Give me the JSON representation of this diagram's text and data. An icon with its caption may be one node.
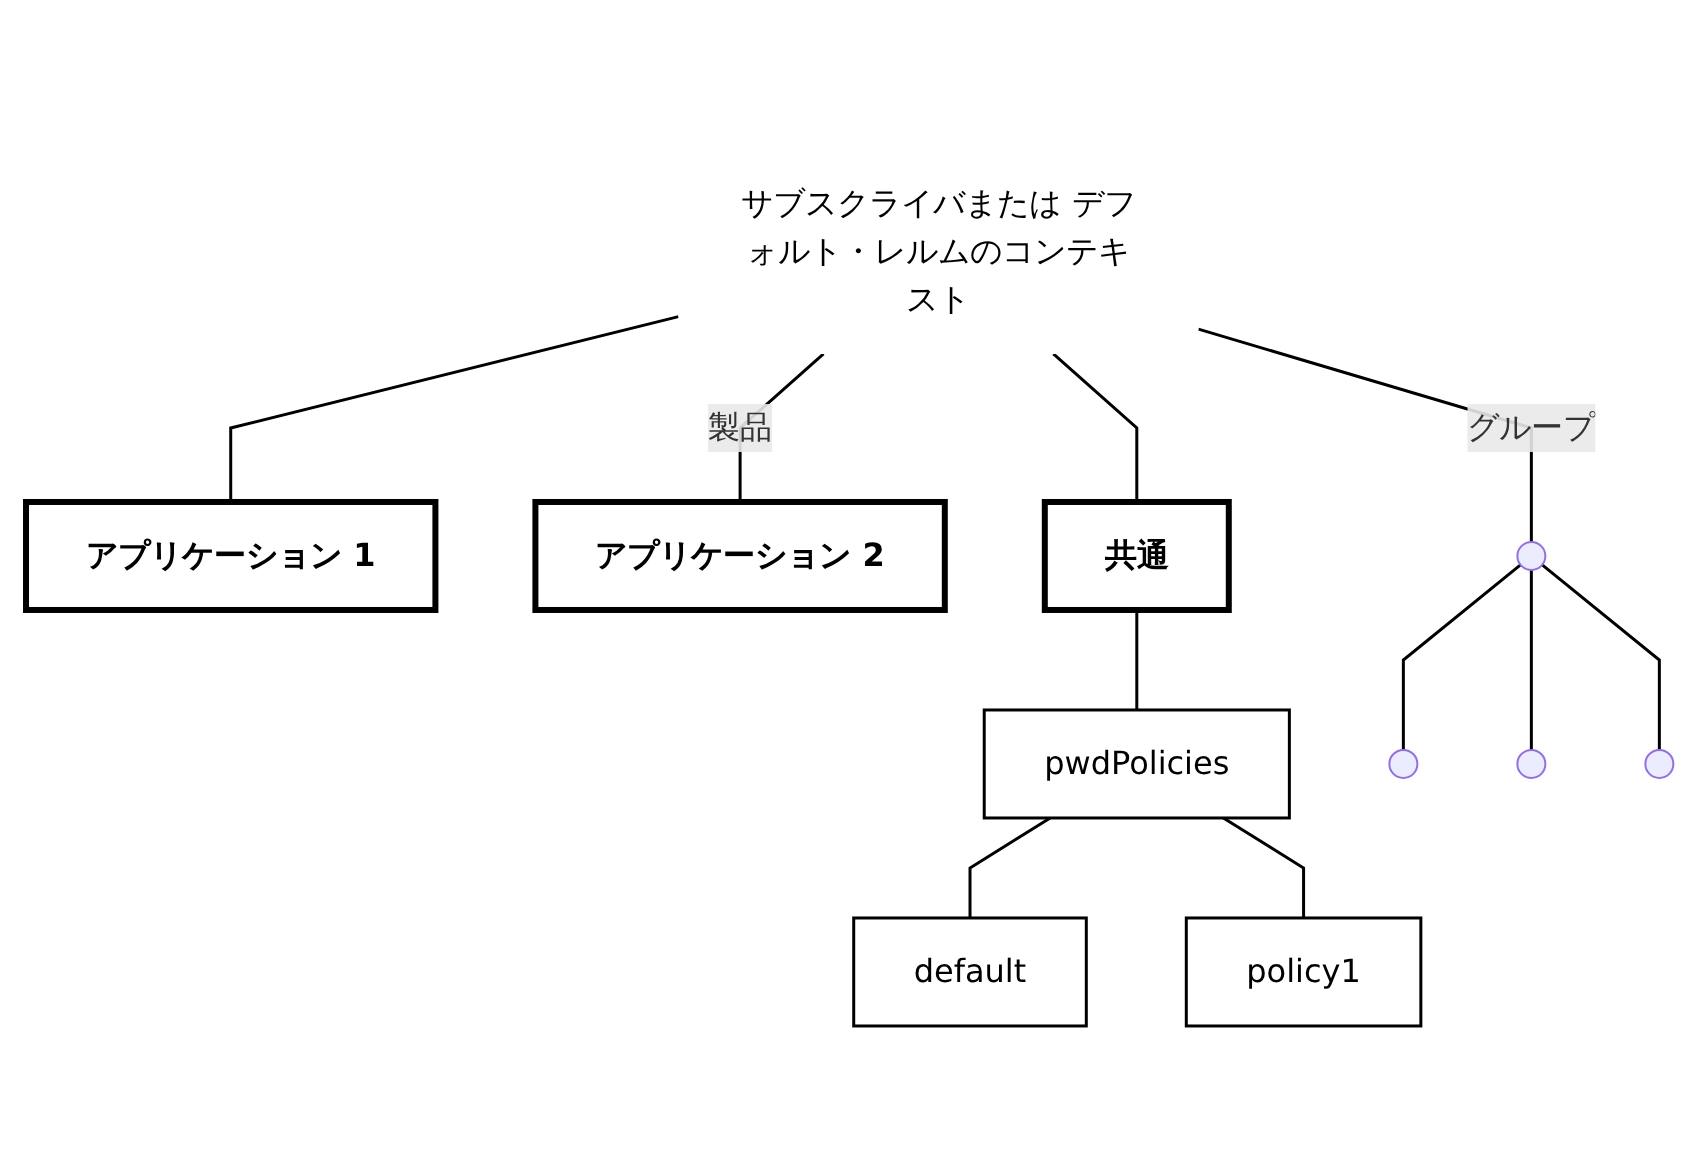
{
  "diagram": {
    "nodes": [
      {
        "text": [
          "サブスクライバまたは デフォルト・レルムのコンテキスト"
        ]
      },
      {
        "text": [
          "アプリケーション 1"
        ]
      },
      {
        "text": [
          "アプリケーション 2"
        ]
      },
      {
        "text": [
          "共通"
        ]
      },
      {
        "text": [
          "pwdPolicies"
        ]
      },
      {
        "text": [
          "default"
        ]
      },
      {
        "text": [
          "policy1"
        ]
      },
      {
        "text": [],
        "shape": "circle"
      },
      {
        "text": [],
        "shape": "circle"
      },
      {
        "text": [],
        "shape": "circle"
      },
      {
        "text": [],
        "shape": "circle"
      }
    ],
    "edges": [
      {
        "from": 0,
        "to": 1,
        "arrow": "none"
      },
      {
        "from": 0,
        "to": 2,
        "arrow": "none",
        "label": "製品"
      },
      {
        "from": 0,
        "to": 3,
        "arrow": "none"
      },
      {
        "from": 0,
        "to": 7,
        "arrow": "none",
        "label": "グループ"
      },
      {
        "from": 3,
        "to": 4,
        "arrow": "none"
      },
      {
        "from": 4,
        "to": 5,
        "arrow": "none"
      },
      {
        "from": 4,
        "to": 6,
        "arrow": "none"
      },
      {
        "from": 7,
        "to": 8,
        "arrow": "none"
      },
      {
        "from": 7,
        "to": 9,
        "arrow": "none"
      },
      {
        "from": 7,
        "to": 10,
        "arrow": "none"
      }
    ]
  }
}
